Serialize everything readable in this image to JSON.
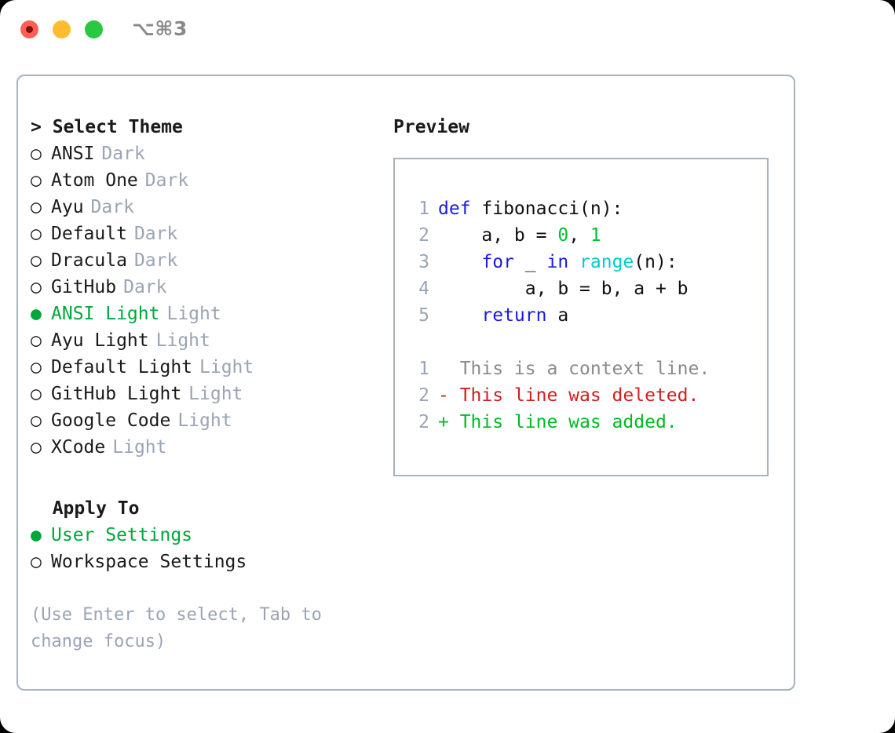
{
  "window": {
    "title": "⌥⌘3",
    "traffic_lights": [
      "close-red",
      "minimize-yellow",
      "maximize-green"
    ]
  },
  "theme_picker": {
    "header": "> Select Theme",
    "header_marker": ">",
    "header_label": "Select Theme",
    "themes": [
      {
        "bullet": "○",
        "name": "ANSI",
        "kind": "Dark",
        "selected": false
      },
      {
        "bullet": "○",
        "name": "Atom One",
        "kind": "Dark",
        "selected": false
      },
      {
        "bullet": "○",
        "name": "Ayu",
        "kind": "Dark",
        "selected": false
      },
      {
        "bullet": "○",
        "name": "Default",
        "kind": "Dark",
        "selected": false
      },
      {
        "bullet": "○",
        "name": "Dracula",
        "kind": "Dark",
        "selected": false
      },
      {
        "bullet": "○",
        "name": "GitHub",
        "kind": "Dark",
        "selected": false
      },
      {
        "bullet": "●",
        "name": "ANSI Light",
        "kind": "Light",
        "selected": true
      },
      {
        "bullet": "○",
        "name": "Ayu Light",
        "kind": "Light",
        "selected": false
      },
      {
        "bullet": "○",
        "name": "Default Light",
        "kind": "Light",
        "selected": false
      },
      {
        "bullet": "○",
        "name": "GitHub Light",
        "kind": "Light",
        "selected": false
      },
      {
        "bullet": "○",
        "name": "Google Code",
        "kind": "Light",
        "selected": false
      },
      {
        "bullet": "○",
        "name": "XCode",
        "kind": "Light",
        "selected": false
      }
    ],
    "apply_to": {
      "header": "  Apply To",
      "options": [
        {
          "bullet": "●",
          "name": "User Settings",
          "selected": true
        },
        {
          "bullet": "○",
          "name": "Workspace Settings",
          "selected": false
        }
      ]
    },
    "hint": "(Use Enter to select, Tab to change focus)"
  },
  "preview": {
    "title": "Preview",
    "code_lines": [
      {
        "num": "1",
        "segments": [
          {
            "t": "def",
            "c": "kw"
          },
          {
            "t": " fibonacci(n):",
            "c": "txt"
          }
        ]
      },
      {
        "num": "2",
        "segments": [
          {
            "t": "    a, b = ",
            "c": "txt"
          },
          {
            "t": "0",
            "c": "num"
          },
          {
            "t": ", ",
            "c": "txt"
          },
          {
            "t": "1",
            "c": "num"
          }
        ]
      },
      {
        "num": "3",
        "segments": [
          {
            "t": "    ",
            "c": "txt"
          },
          {
            "t": "for",
            "c": "kw"
          },
          {
            "t": " _ ",
            "c": "txt"
          },
          {
            "t": "in",
            "c": "kw"
          },
          {
            "t": " ",
            "c": "txt"
          },
          {
            "t": "range",
            "c": "fn"
          },
          {
            "t": "(n):",
            "c": "txt"
          }
        ]
      },
      {
        "num": "4",
        "segments": [
          {
            "t": "        a, b = b, a + b",
            "c": "txt"
          }
        ]
      },
      {
        "num": "5",
        "segments": [
          {
            "t": "    ",
            "c": "txt"
          },
          {
            "t": "return",
            "c": "kw"
          },
          {
            "t": " a",
            "c": "txt"
          }
        ]
      }
    ],
    "diff_lines": [
      {
        "num": "1",
        "marker": " ",
        "text": "  This is a context line.",
        "kind": "ctx"
      },
      {
        "num": "2",
        "marker": "-",
        "text": "- This line was deleted.",
        "kind": "del"
      },
      {
        "num": "2",
        "marker": "+",
        "text": "+ This line was added.",
        "kind": "add"
      }
    ]
  },
  "colors": {
    "accent_green": "#00a83c",
    "muted": "#9aa4b4",
    "border": "#a9b2bf",
    "keyword": "#1a1ae0",
    "function": "#00cccc",
    "number": "#00c030",
    "diff_added": "#00bb22",
    "diff_deleted": "#cc2020",
    "diff_context": "#8a8a8a",
    "traffic_red": "#ff5f57",
    "traffic_yellow": "#febc2e",
    "traffic_green": "#28c840"
  }
}
